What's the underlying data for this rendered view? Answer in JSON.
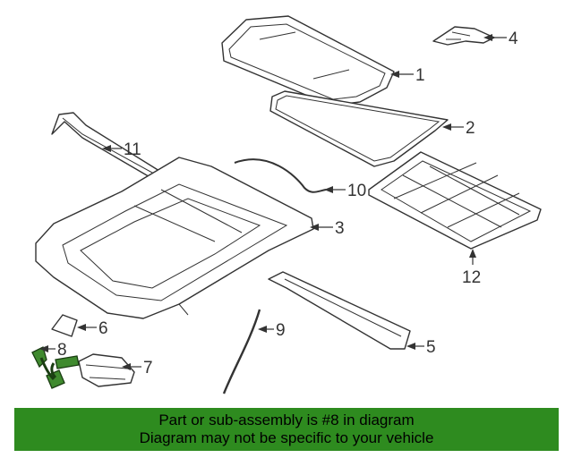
{
  "diagram": {
    "highlight_color": "#2e8b1f",
    "callouts": [
      "1",
      "2",
      "3",
      "4",
      "5",
      "6",
      "7",
      "8",
      "9",
      "10",
      "11",
      "12"
    ]
  },
  "banner": {
    "line1": "Part or sub-assembly is #8 in diagram",
    "line2": "Diagram may not be specific to your vehicle"
  }
}
